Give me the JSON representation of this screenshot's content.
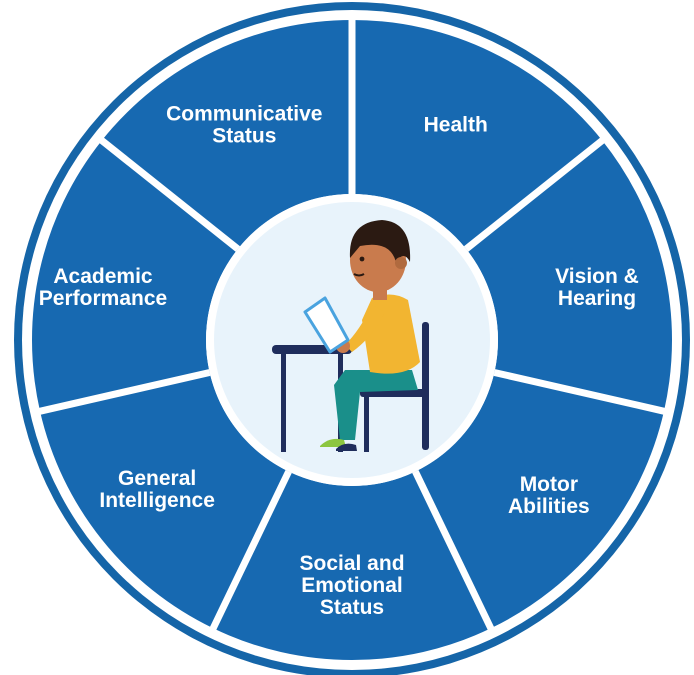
{
  "colors": {
    "ring": "#1565a8",
    "segment": "#1769b1",
    "divider": "#ffffff",
    "center_bg": "#e8f3fb",
    "label": "#ffffff"
  },
  "segments": [
    {
      "lines": [
        "Health"
      ]
    },
    {
      "lines": [
        "Vision &",
        "Hearing"
      ]
    },
    {
      "lines": [
        "Motor",
        "Abilities"
      ]
    },
    {
      "lines": [
        "Social and",
        "Emotional",
        "Status"
      ]
    },
    {
      "lines": [
        "General",
        "Intelligence"
      ]
    },
    {
      "lines": [
        "Academic",
        "Performance"
      ]
    },
    {
      "lines": [
        "Communicative",
        "Status"
      ]
    }
  ],
  "center": {
    "illustration": "student-reading-at-desk-illustration"
  }
}
